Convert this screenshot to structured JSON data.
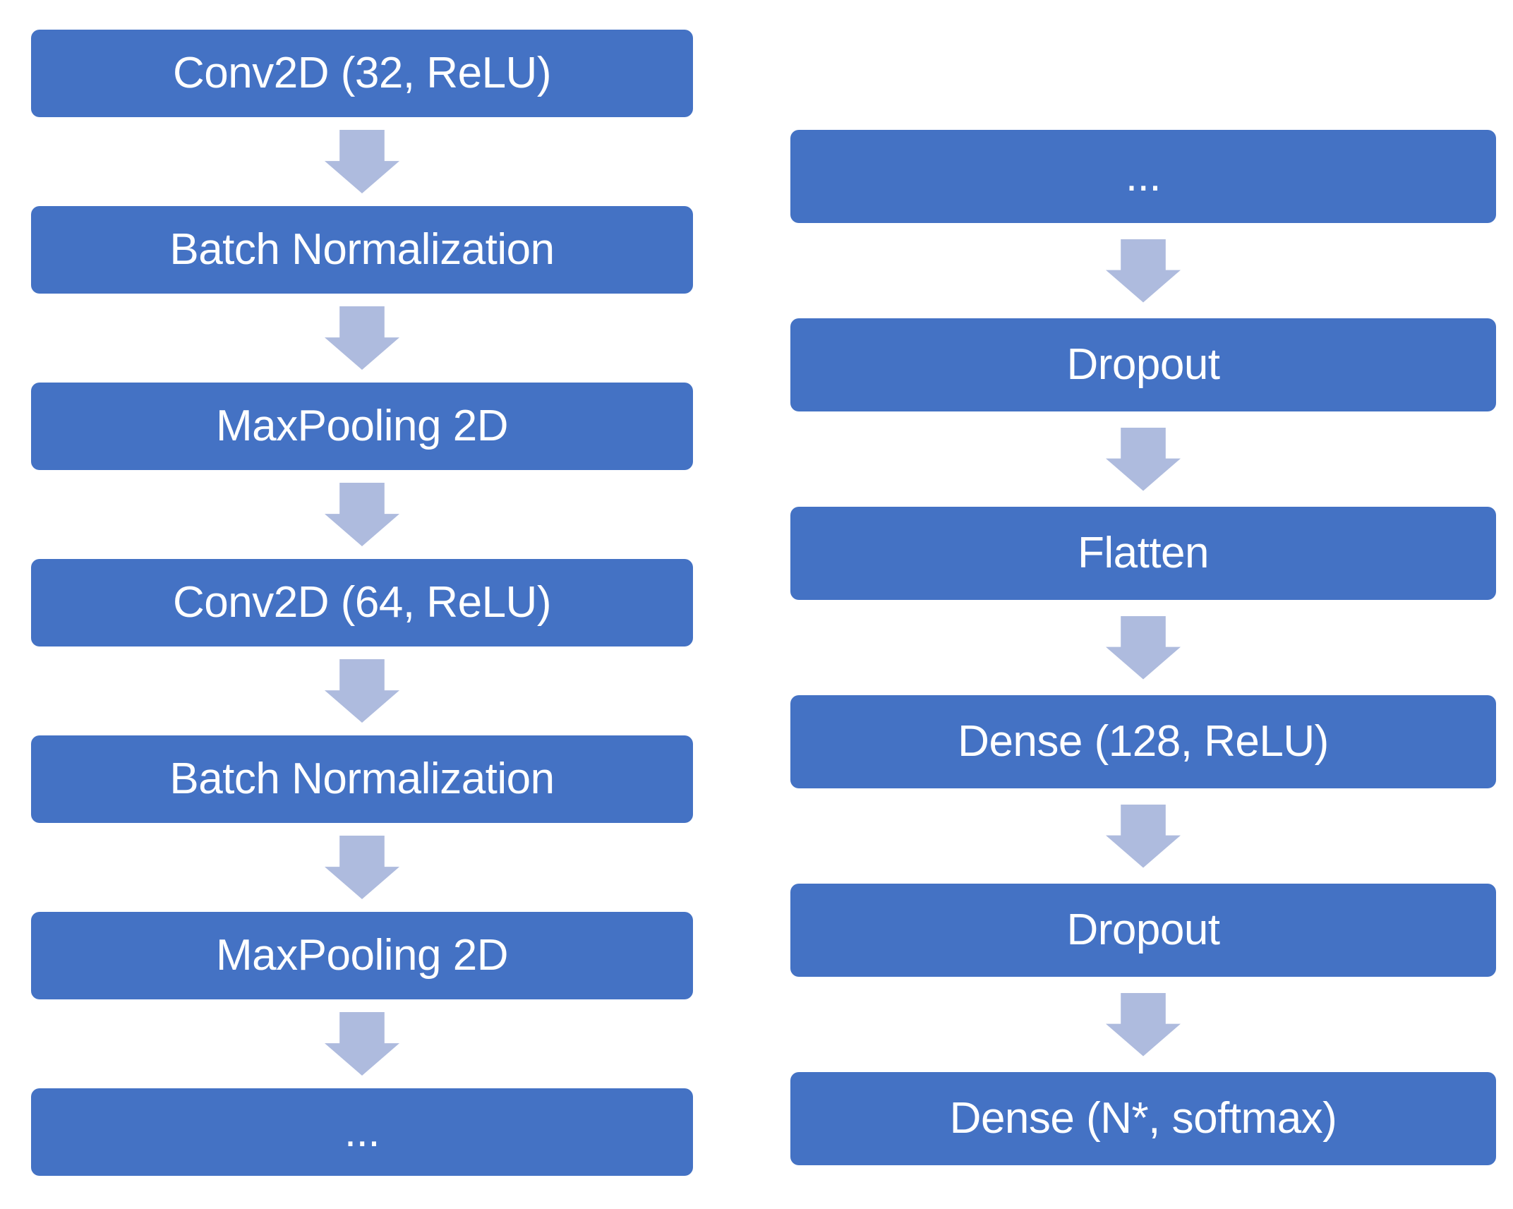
{
  "colors": {
    "background": "#FFFFFF",
    "box_fill": "#4472C4",
    "box_text": "#FFFFFF",
    "arrow_fill": "#AEBBDE"
  },
  "diagram": {
    "connector_icon": "down-arrow-icon",
    "columns": [
      {
        "id": "left",
        "nodes": [
          {
            "label": "Conv2D (32, ReLU)"
          },
          {
            "label": "Batch Normalization"
          },
          {
            "label": "MaxPooling 2D"
          },
          {
            "label": "Conv2D (64, ReLU)"
          },
          {
            "label": "Batch Normalization"
          },
          {
            "label": "MaxPooling 2D"
          },
          {
            "label": "..."
          }
        ]
      },
      {
        "id": "right",
        "nodes": [
          {
            "label": "..."
          },
          {
            "label": "Dropout"
          },
          {
            "label": "Flatten"
          },
          {
            "label": "Dense (128, ReLU)"
          },
          {
            "label": "Dropout"
          },
          {
            "label": "Dense (N*, softmax)"
          }
        ]
      }
    ]
  }
}
